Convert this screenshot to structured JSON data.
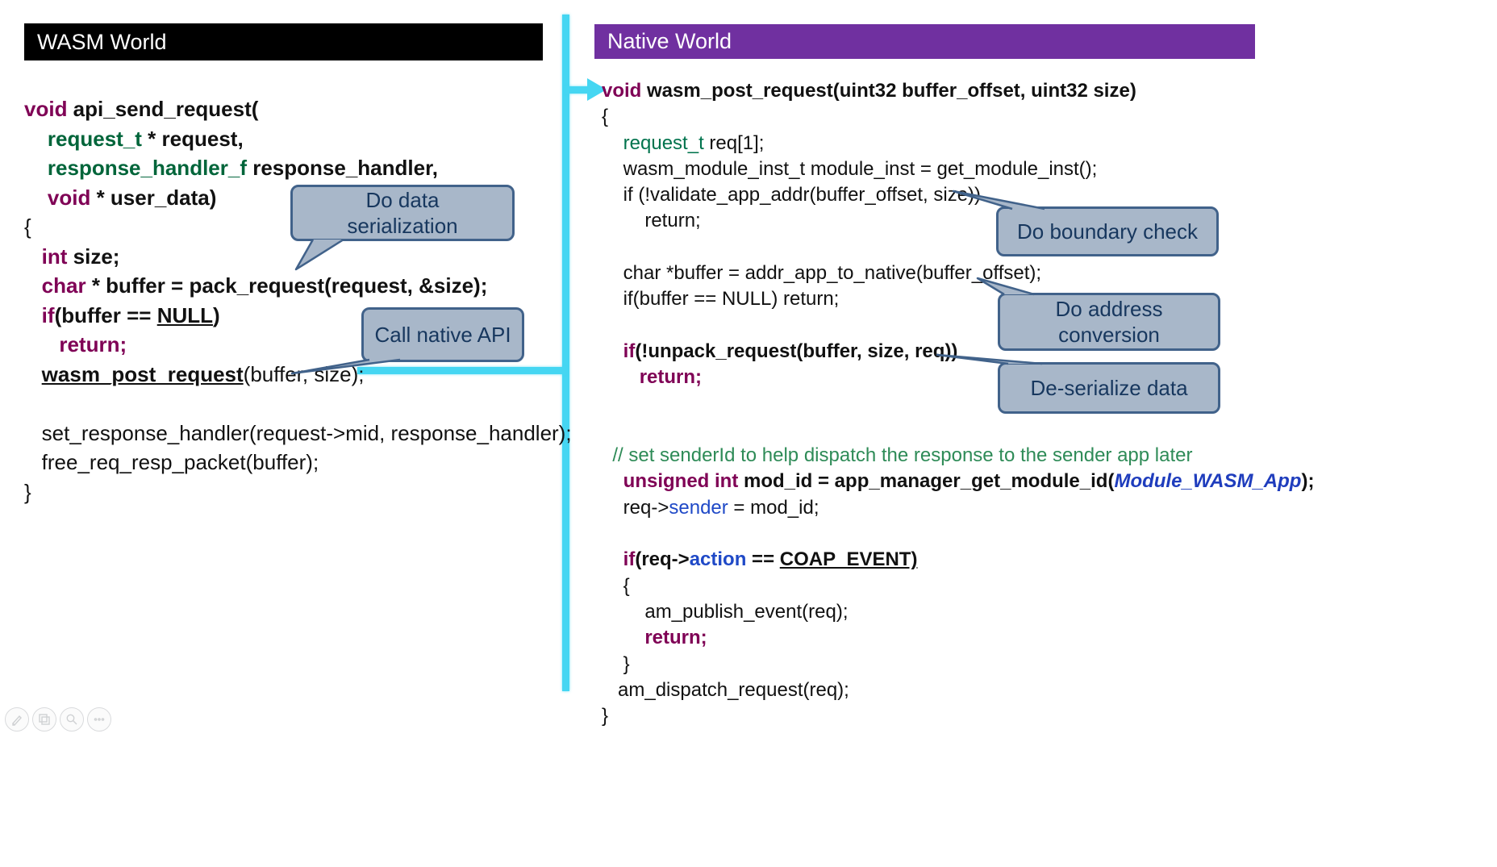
{
  "left_panel": {
    "header": "WASM World",
    "code": [
      [
        [
          "kw",
          "void "
        ],
        [
          "b",
          "api_send_request("
        ]
      ],
      [
        [
          "b",
          "    "
        ],
        [
          "ty",
          "request_t"
        ],
        [
          "b",
          " * request,"
        ]
      ],
      [
        [
          "b",
          "    "
        ],
        [
          "ty",
          "response_handler_f"
        ],
        [
          "b",
          " response_handler,"
        ]
      ],
      [
        [
          "b",
          "    "
        ],
        [
          "kw",
          "void"
        ],
        [
          "b",
          " * user_data)"
        ]
      ],
      [
        [
          "n",
          "{"
        ]
      ],
      [
        [
          "n",
          "   "
        ],
        [
          "kw",
          "int"
        ],
        [
          "b",
          " size;"
        ]
      ],
      [
        [
          "n",
          "   "
        ],
        [
          "kw",
          "char"
        ],
        [
          "b",
          " * buffer = pack_request(request, &size);"
        ]
      ],
      [
        [
          "n",
          "   "
        ],
        [
          "kw",
          "if"
        ],
        [
          "b",
          "(buffer == "
        ],
        [
          "ub",
          "NULL"
        ],
        [
          "b",
          ")"
        ]
      ],
      [
        [
          "n",
          "      "
        ],
        [
          "kw",
          "return;"
        ]
      ],
      [
        [
          "n",
          "   "
        ],
        [
          "ub",
          "wasm_post_request"
        ],
        [
          "n",
          "(buffer, size);"
        ]
      ],
      [],
      [
        [
          "n",
          "   set_response_handler(request->mid, response_handler);"
        ]
      ],
      [
        [
          "n",
          "   free_req_resp_packet(buffer);"
        ]
      ],
      [
        [
          "n",
          "}"
        ]
      ]
    ]
  },
  "right_panel": {
    "header": "Native World",
    "code": [
      [
        [
          "kw",
          "void "
        ],
        [
          "b",
          "wasm_post_request(uint32 buffer_offset, uint32 size)"
        ]
      ],
      [
        [
          "n",
          "{"
        ]
      ],
      [
        [
          "n",
          "    "
        ],
        [
          "tg",
          "request_t"
        ],
        [
          "n",
          " req[1];"
        ]
      ],
      [
        [
          "n",
          "    wasm_module_inst_t module_inst = get_module_inst();"
        ]
      ],
      [
        [
          "n",
          "    if (!validate_app_addr(buffer_offset, size))"
        ]
      ],
      [
        [
          "n",
          "        return;"
        ]
      ],
      [],
      [
        [
          "n",
          "    char *buffer = addr_app_to_native(buffer_offset);"
        ]
      ],
      [
        [
          "n",
          "    if(buffer == NULL) return;"
        ]
      ],
      [],
      [
        [
          "n",
          "    "
        ],
        [
          "kw",
          "if"
        ],
        [
          "b",
          "(!unpack_request(buffer, size, req))"
        ]
      ],
      [
        [
          "n",
          "       "
        ],
        [
          "kw",
          "return;"
        ]
      ],
      [],
      [],
      [
        [
          "cm",
          "  // set senderId to help dispatch the response to the sender app later"
        ]
      ],
      [
        [
          "n",
          "    "
        ],
        [
          "kw",
          "unsigned int"
        ],
        [
          "b",
          " mod_id = app_manager_get_module_id("
        ],
        [
          "bli",
          "Module_WASM_App"
        ],
        [
          "b",
          ");"
        ]
      ],
      [
        [
          "n",
          "    req->"
        ],
        [
          "bl",
          "sender"
        ],
        [
          "n",
          " = mod_id;"
        ]
      ],
      [],
      [
        [
          "n",
          "    "
        ],
        [
          "kw",
          "if"
        ],
        [
          "b",
          "(req->"
        ],
        [
          "blb",
          "action"
        ],
        [
          "b",
          " == "
        ],
        [
          "ub",
          "COAP_EVENT)"
        ]
      ],
      [
        [
          "n",
          "    {"
        ]
      ],
      [
        [
          "n",
          "        am_publish_event(req);"
        ]
      ],
      [
        [
          "n",
          "        "
        ],
        [
          "kw",
          "return;"
        ]
      ],
      [
        [
          "n",
          "    }"
        ]
      ],
      [
        [
          "n",
          "   am_dispatch_request(req);"
        ]
      ],
      [
        [
          "n",
          "}"
        ]
      ]
    ]
  },
  "callouts": [
    {
      "text": "Do data serialization"
    },
    {
      "text": "Call native API"
    },
    {
      "text": "Do boundary check"
    },
    {
      "text": "Do address conversion"
    },
    {
      "text": "De-serialize data"
    }
  ],
  "toolbar_icons": [
    "pen-icon",
    "slides-icon",
    "zoom-icon",
    "more-options-icon"
  ],
  "colors": {
    "wasm_header_bg": "#000000",
    "native_header_bg": "#7030a0",
    "flow_arrow": "#45d6f2",
    "callout_fill": "#a8b7c9",
    "callout_border": "#41628a",
    "callout_text": "#17375e",
    "keyword": "#7f0055",
    "type_green": "#00653a",
    "comment_green": "#2e8b57",
    "identifier_blue": "#1f49c7"
  }
}
